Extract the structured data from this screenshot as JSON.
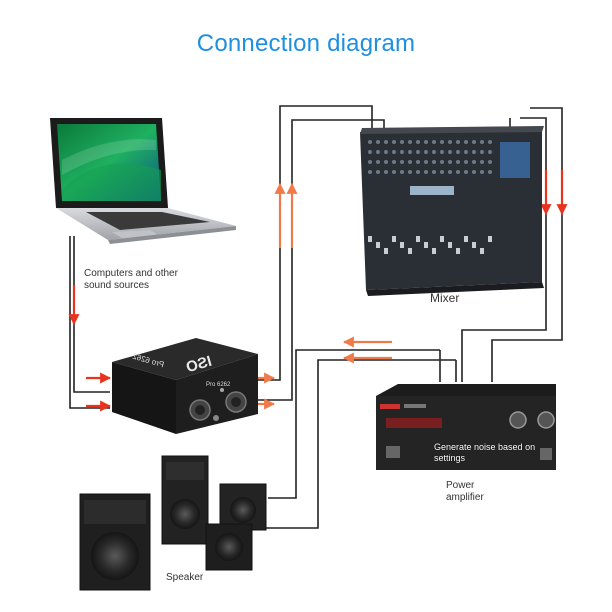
{
  "title": "Connection diagram",
  "labels": {
    "computers": "Computers and other\nsound sources",
    "mixer": "Mixer",
    "power_amplifier": "Power\namplifier",
    "speaker": "Speaker"
  },
  "device_text": {
    "iso_box": "ISO",
    "iso_model": "Pro 6262",
    "amp_note": "Generate noise based on\nsettings"
  },
  "colors": {
    "title": "#1f8fe0",
    "arrow": "#e8331e",
    "cable": "#222222"
  }
}
